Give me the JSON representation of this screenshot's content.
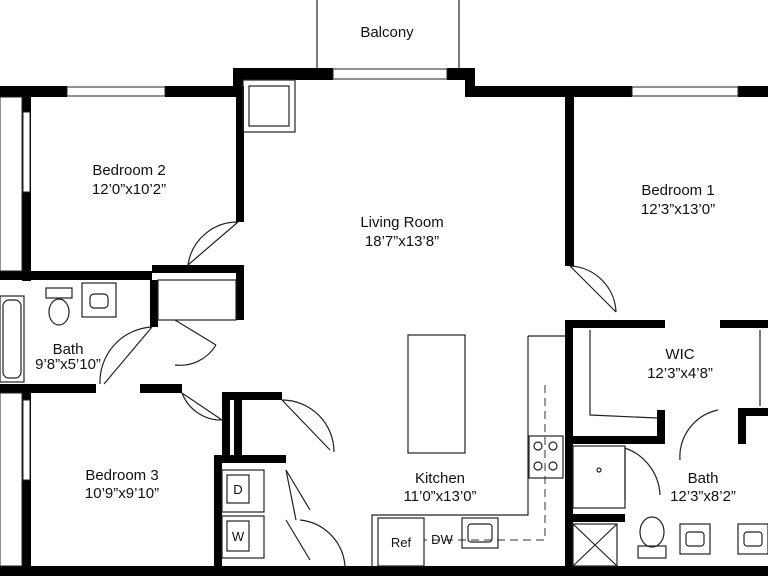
{
  "plan": {
    "rooms": [
      {
        "name": "Balcony",
        "size": ""
      },
      {
        "name": "Bedroom 2",
        "size": "12’0”x10’2”"
      },
      {
        "name": "Living Room",
        "size": "18’7”x13’8”"
      },
      {
        "name": "Bedroom 1",
        "size": "12’3”x13’0”"
      },
      {
        "name": "Bath",
        "size": "9’8”x5’10”"
      },
      {
        "name": "WIC",
        "size": "12’3”x4’8”"
      },
      {
        "name": "Bedroom 3",
        "size": "10’9”x9’10”"
      },
      {
        "name": "Kitchen",
        "size": "11’0”x13’0”"
      },
      {
        "name": "Bath",
        "size": "12’3”x8’2”"
      }
    ],
    "fixtures": {
      "dryer": "D",
      "washer": "W",
      "refrigerator": "Ref",
      "dishwasher": "DW"
    },
    "colors": {
      "wall": "#000000",
      "background": "#ffffff",
      "line": "#222222"
    }
  }
}
